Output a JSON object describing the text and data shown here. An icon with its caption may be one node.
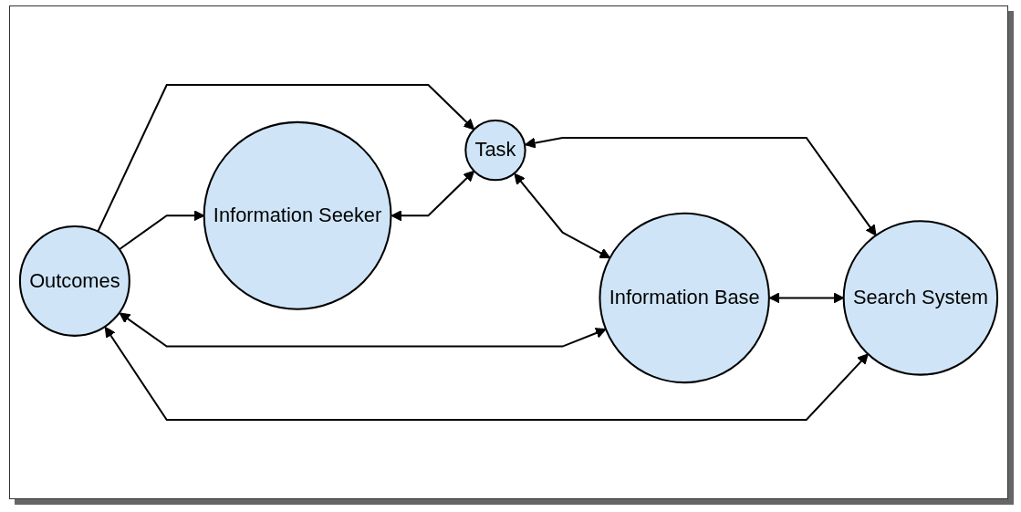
{
  "diagram": {
    "nodes": [
      {
        "text": [
          "Information Seeker"
        ]
      },
      {
        "text": [
          "Task"
        ]
      },
      {
        "text": [
          "Information Base"
        ]
      },
      {
        "text": [
          "Search System"
        ]
      },
      {
        "text": [
          "Outcomes"
        ]
      }
    ],
    "edges": [
      {
        "from": 4,
        "to": 0,
        "arrow": "to"
      },
      {
        "from": 4,
        "to": 1,
        "arrow": "to"
      },
      {
        "from": 0,
        "to": 1,
        "arrow": "both"
      },
      {
        "from": 1,
        "to": 2,
        "arrow": "both"
      },
      {
        "from": 1,
        "to": 3,
        "arrow": "both"
      },
      {
        "from": 2,
        "to": 3,
        "arrow": "both"
      },
      {
        "from": 4,
        "to": 2,
        "arrow": "both"
      },
      {
        "from": 4,
        "to": 3,
        "arrow": "both"
      }
    ]
  }
}
